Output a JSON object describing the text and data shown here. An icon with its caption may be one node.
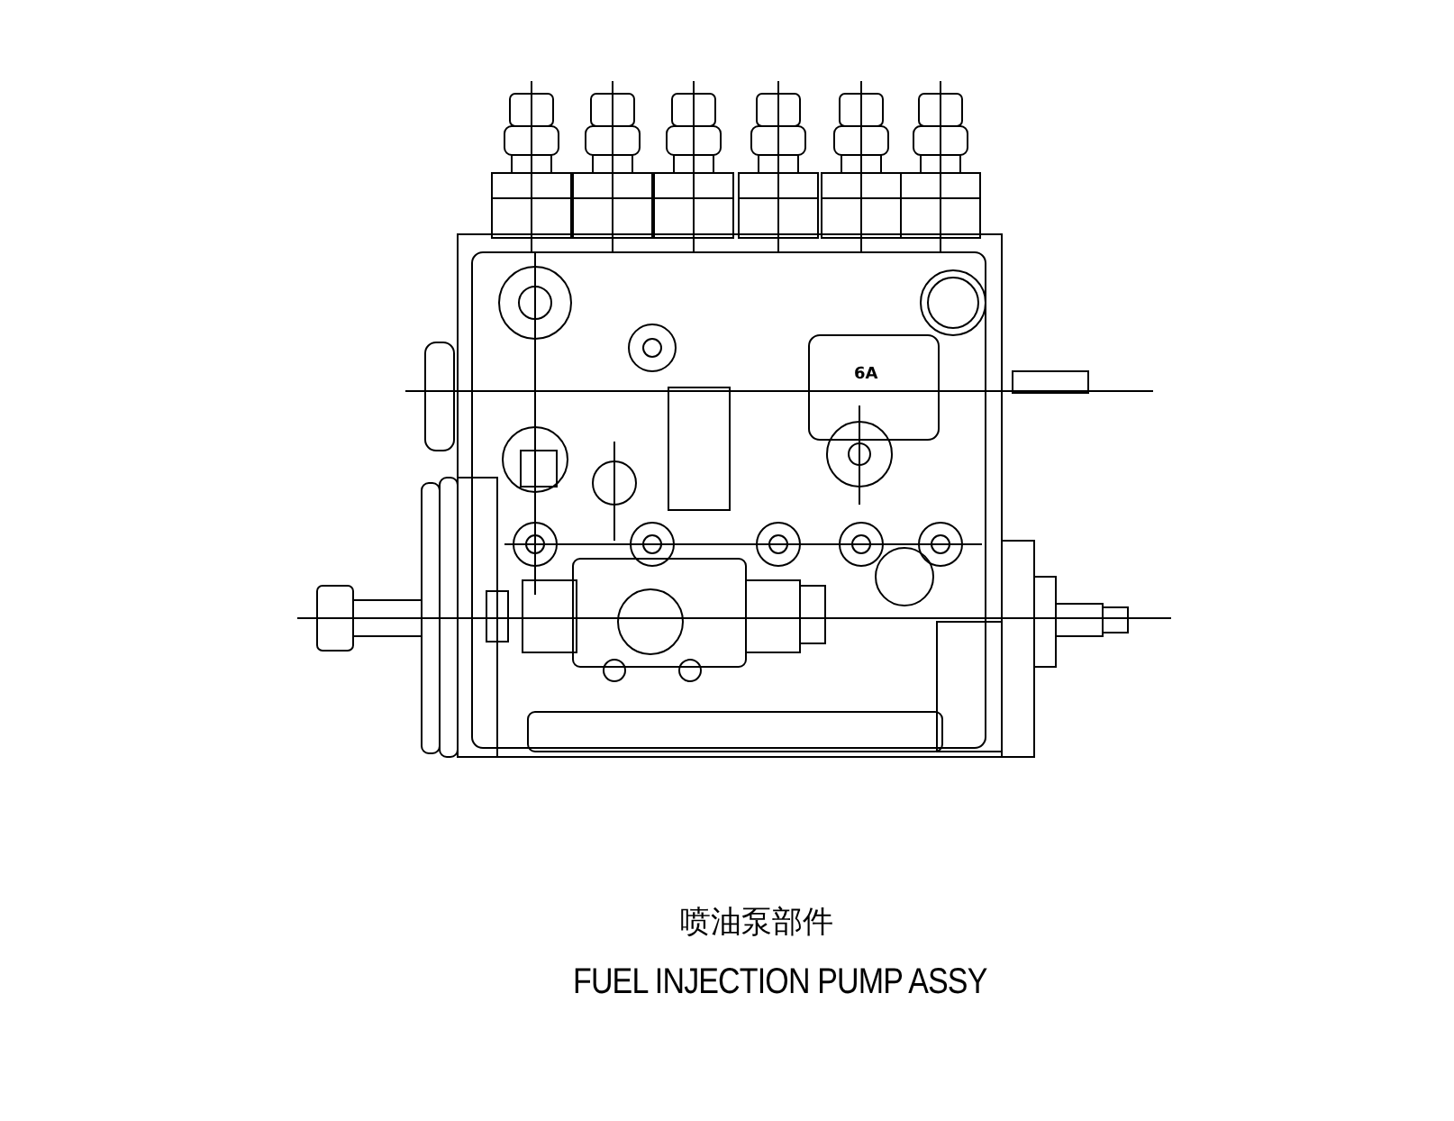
{
  "diagram": {
    "title": "喷油泵部件",
    "caption": "FUEL INJECTION PUMP ASSY",
    "labels": [
      "6A"
    ]
  }
}
